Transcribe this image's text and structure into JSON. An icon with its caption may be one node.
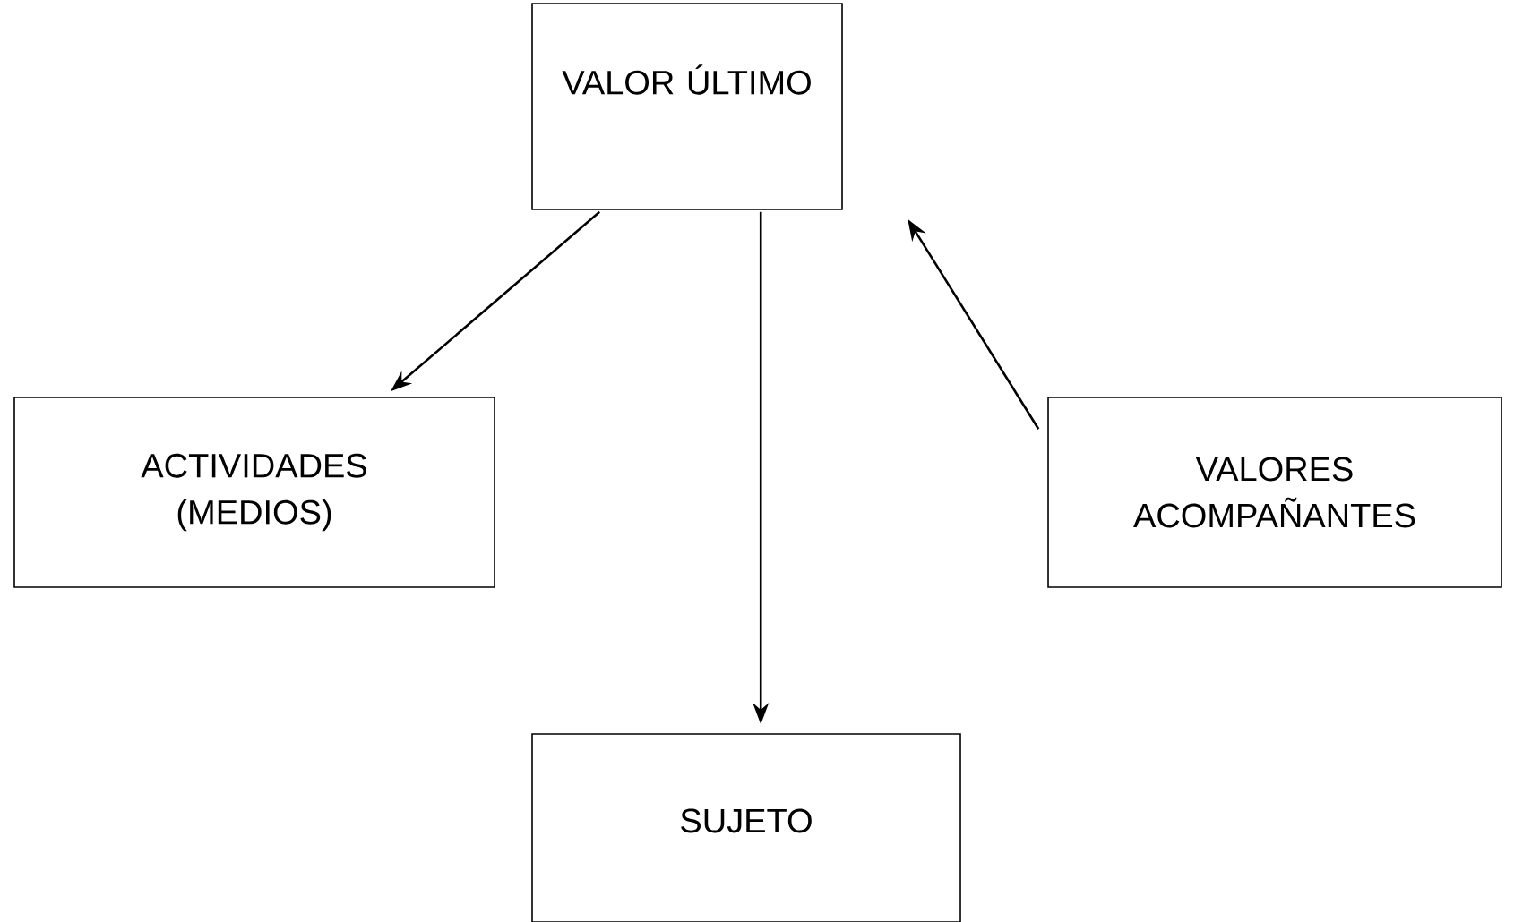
{
  "diagram": {
    "nodes": [
      {
        "text": [
          "VALOR ÚLTIMO"
        ]
      },
      {
        "text": [
          "ACTIVIDADES (MEDIOS)"
        ]
      },
      {
        "text": [
          "VALORES ACOMPAÑANTES"
        ]
      },
      {
        "text": [
          "SUJETO"
        ]
      }
    ],
    "edges": [
      {
        "from": 0,
        "to": 1,
        "arrow": "to"
      },
      {
        "from": 0,
        "to": 3,
        "arrow": "to"
      },
      {
        "from": 2,
        "to": 0,
        "arrow": "to"
      }
    ]
  }
}
